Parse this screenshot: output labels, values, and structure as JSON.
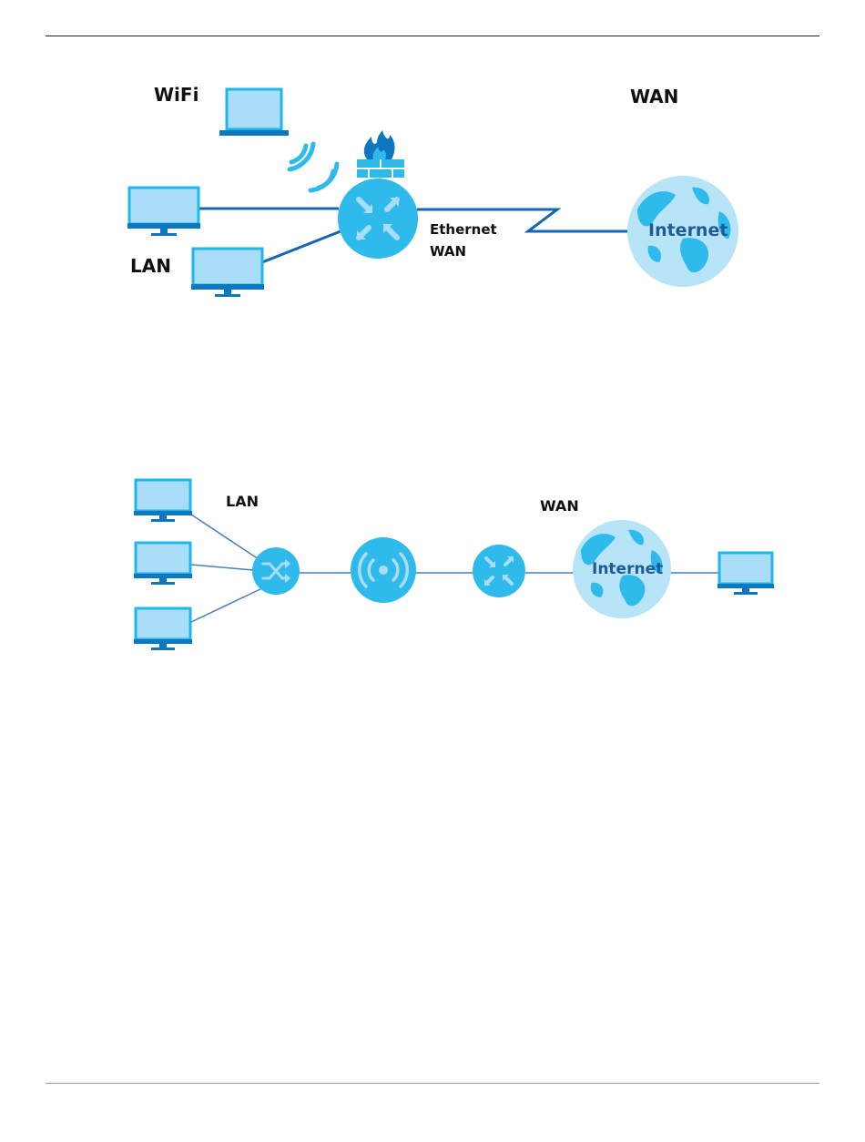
{
  "diagram1": {
    "wifi_label": "WiFi",
    "lan_label": "LAN",
    "wan_label": "WAN",
    "link_label_line1": "Ethernet",
    "link_label_line2": "WAN",
    "internet_label": "Internet"
  },
  "diagram2": {
    "lan_label": "LAN",
    "wan_label": "WAN",
    "internet_label": "Internet"
  },
  "colors": {
    "device_fill": "#a9dcf7",
    "device_border": "#1fb6ea",
    "device_dark": "#0d78bf",
    "node_fill": "#2fbaec",
    "globe_fill": "#b7e4f7",
    "link_line": "#1467b0",
    "thin_line": "#4a7fb8"
  },
  "icons": [
    "laptop-icon",
    "monitor-icon",
    "router-icon",
    "firewall-icon",
    "wifi-signal-icon",
    "globe-icon",
    "switch-icon",
    "access-point-icon"
  ]
}
